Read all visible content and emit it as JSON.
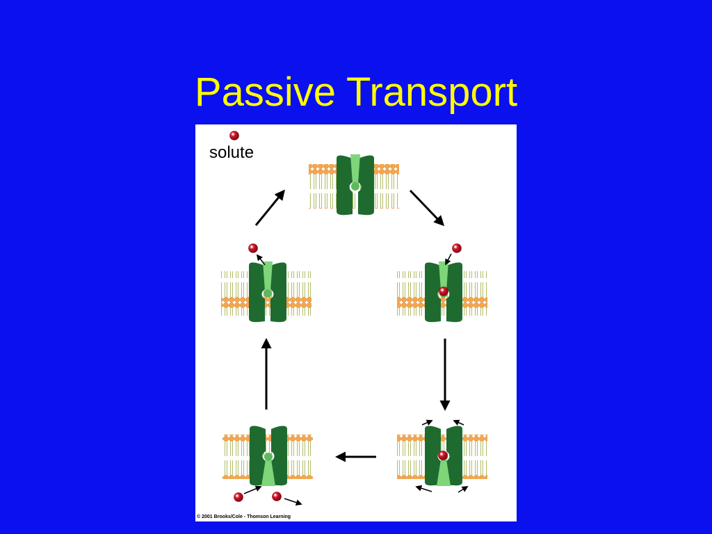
{
  "slide": {
    "title": "Passive Transport",
    "background_color": "#0b10ee",
    "title_color": "#ffff00"
  },
  "figure": {
    "solute_label": "solute",
    "copyright": "© 2001 Brooks/Cole - Thomson Learning",
    "colors": {
      "protein_dark": "#1f6b2f",
      "protein_light": "#7fd67a",
      "lipid_head": "#f4a64a",
      "lipid_tail": "#9aa84a",
      "solute": "#d0142a",
      "arrow": "#000000"
    },
    "icons": [
      "membrane-icon",
      "carrier-protein-icon",
      "solute-molecule-icon",
      "arrow-icon"
    ]
  }
}
